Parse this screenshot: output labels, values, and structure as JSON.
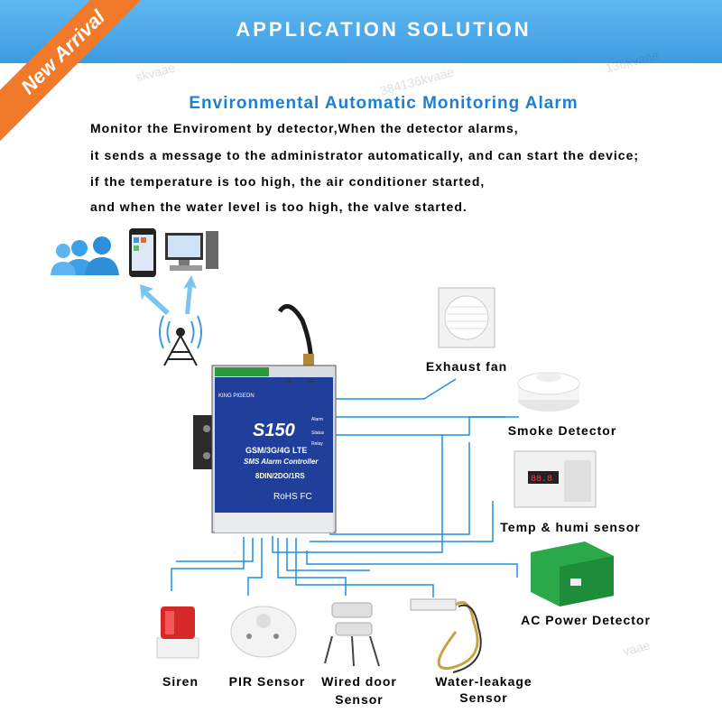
{
  "banner": {
    "title": "APPLICATION SOLUTION",
    "ribbon": "New Arrival"
  },
  "subtitle": "Environmental Automatic Monitoring Alarm",
  "description": [
    "Monitor the Enviroment by detector,When the detector alarms,",
    "it sends a message to the administrator automatically, and can start the device;",
    "if the temperature is too high, the air conditioner started,",
    "and when the water level is too high, the valve started."
  ],
  "device": {
    "model": "S150",
    "line1": "GSM/3G/4G LTE",
    "line2": "SMS Alarm Controller",
    "line3": "8DIN/2DO/1RS",
    "cert": "RoHS FC",
    "brand": "KING PIGEON",
    "status": [
      "Alarm",
      "Status",
      "Relay"
    ],
    "ports": [
      "USB",
      "ANT"
    ]
  },
  "peripherals": {
    "exhaust_fan": "Exhaust fan",
    "smoke_detector": "Smoke Detector",
    "temp_humi": "Temp & humi sensor",
    "ac_power": "AC Power Detector",
    "siren": "Siren",
    "pir": "PIR Sensor",
    "door_l1": "Wired door",
    "door_l2": "Sensor",
    "water_l1": "Water-leakage",
    "water_l2": "Sensor"
  },
  "watermarks": [
    "384136kvaae",
    "136kvaae",
    "skvaae",
    "vaae"
  ],
  "colors": {
    "header": "#3d9be0",
    "accent": "#1f7fcf",
    "wire": "#1e8fe0",
    "ribbon": "#f07a2a",
    "device": "#1f3f9a"
  }
}
